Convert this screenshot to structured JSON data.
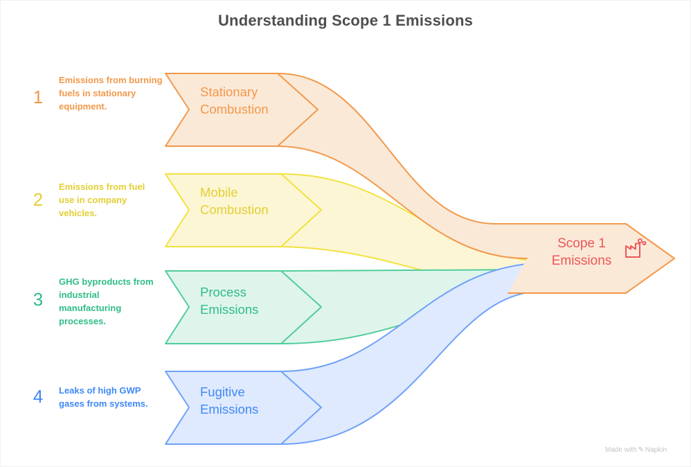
{
  "title": "Understanding Scope 1 Emissions",
  "rows": [
    {
      "number": "1",
      "description": "Emissions from burning fuels in stationary equipment.",
      "label": "Stationary Combustion",
      "stroke_color": "#F2994A",
      "fill_color": "#FBE9D8",
      "text_color": "#F2994A"
    },
    {
      "number": "2",
      "description": "Emissions from fuel use in company vehicles.",
      "label": "Mobile Combustion",
      "stroke_color": "#F2E23F",
      "fill_color": "#FCF6D5",
      "text_color": "#E3CF35"
    },
    {
      "number": "3",
      "description": "GHG byproducts from industrial manufacturing processes.",
      "label": "Process Emissions",
      "stroke_color": "#50CD9B",
      "fill_color": "#DFF5EB",
      "text_color": "#2FBD86"
    },
    {
      "number": "4",
      "description": "Leaks of high GWP gases from systems.",
      "label": "Fugitive Emissions",
      "stroke_color": "#6FA1F9",
      "fill_color": "#DFEAFE",
      "text_color": "#3F88F7"
    }
  ],
  "result": {
    "label": "Scope 1 Emissions",
    "text_color": "#EB5757",
    "arrow_fill": "#FBE9D8",
    "arrow_stroke": "#F2994A",
    "icon": "factory-icon"
  },
  "title_color": "#4E4E4E",
  "watermark": {
    "prefix": "Made with",
    "brand": "Napkin",
    "icon": "pen-icon"
  }
}
